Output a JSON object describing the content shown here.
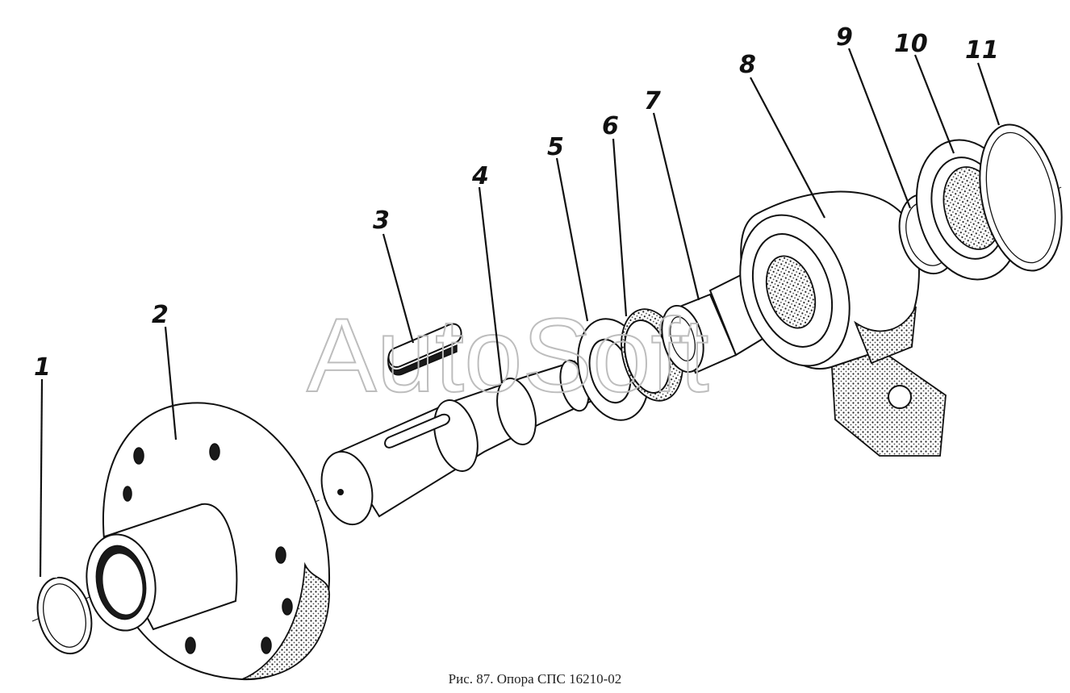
{
  "diagram": {
    "callouts": [
      {
        "id": "1",
        "text": "1"
      },
      {
        "id": "2",
        "text": "2"
      },
      {
        "id": "3",
        "text": "3"
      },
      {
        "id": "4",
        "text": "4"
      },
      {
        "id": "5",
        "text": "5"
      },
      {
        "id": "6",
        "text": "6"
      },
      {
        "id": "7",
        "text": "7"
      },
      {
        "id": "8",
        "text": "8"
      },
      {
        "id": "9",
        "text": "9"
      },
      {
        "id": "10",
        "text": "10"
      },
      {
        "id": "11",
        "text": "11"
      }
    ],
    "watermark": "AutoSoft",
    "caption": "Рис. 87. Опора СПС 16210-02"
  }
}
